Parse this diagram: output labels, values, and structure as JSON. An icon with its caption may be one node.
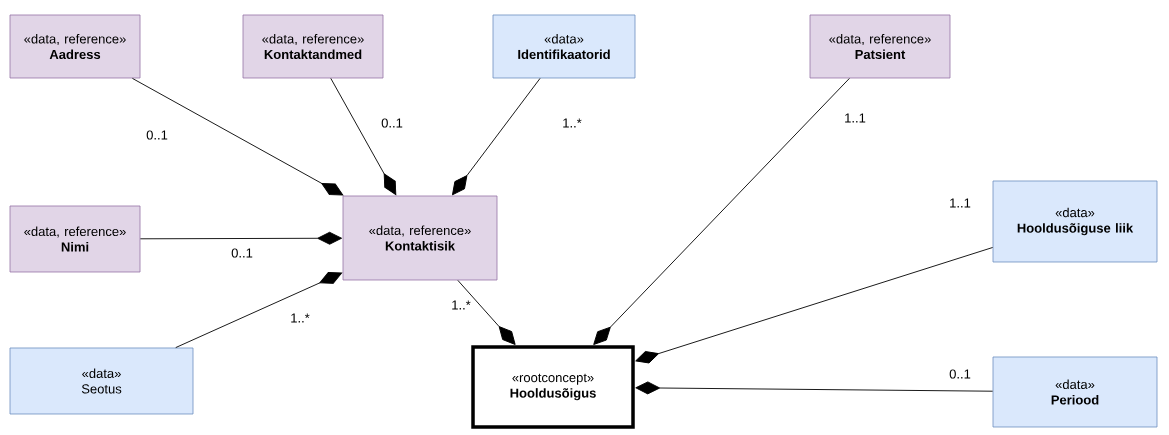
{
  "diagram": {
    "nodes": [
      {
        "text": [
          "«data, reference»",
          "Aadress"
        ]
      },
      {
        "text": [
          "«data, reference»",
          "Kontaktandmed"
        ]
      },
      {
        "text": [
          "«data»",
          "Identifikaatorid"
        ]
      },
      {
        "text": [
          "«data, reference»",
          "Patsient"
        ]
      },
      {
        "text": [
          "«data, reference»",
          "Nimi"
        ]
      },
      {
        "text": [
          "«data, reference»",
          "Kontaktisik"
        ]
      },
      {
        "text": [
          "«data»",
          "Hooldusõiguse liik"
        ]
      },
      {
        "text": [
          "«data»",
          "Seotus"
        ]
      },
      {
        "text": [
          "«rootconcept»",
          "Hooldusõigus"
        ]
      },
      {
        "text": [
          "«data»",
          "Periood"
        ]
      }
    ],
    "edges": [
      {
        "from": 0,
        "to": 5,
        "arrow": "other",
        "label": "0..1"
      },
      {
        "from": 1,
        "to": 5,
        "arrow": "other",
        "label": "0..1"
      },
      {
        "from": 2,
        "to": 5,
        "arrow": "other",
        "label": "1..*"
      },
      {
        "from": 4,
        "to": 5,
        "arrow": "other",
        "label": "0..1"
      },
      {
        "from": 7,
        "to": 5,
        "arrow": "other",
        "label": "1..*"
      },
      {
        "from": 5,
        "to": 8,
        "arrow": "other",
        "label": "1..*"
      },
      {
        "from": 3,
        "to": 8,
        "arrow": "other",
        "label": "1..1"
      },
      {
        "from": 6,
        "to": 8,
        "arrow": "other",
        "label": "1..1"
      },
      {
        "from": 9,
        "to": 8,
        "arrow": "other",
        "label": "0..1"
      }
    ]
  }
}
